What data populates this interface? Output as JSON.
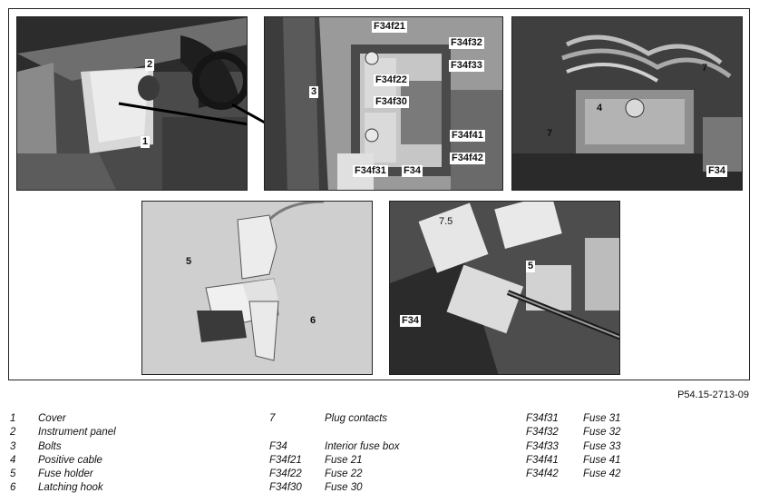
{
  "figure_ref": "P54.15-2713-09",
  "callouts": {
    "p1_2": "2",
    "p1_1": "1",
    "p2_f34f21": "F34f21",
    "p2_f34f32": "F34f32",
    "p2_f34f33": "F34f33",
    "p2_3": "3",
    "p2_f34f22": "F34f22",
    "p2_f34f30": "F34f30",
    "p2_f34f41": "F34f41",
    "p2_f34f42": "F34f42",
    "p2_f34f31": "F34f31",
    "p2_f34": "F34",
    "p3_7a": "7",
    "p3_4": "4",
    "p3_7b": "7",
    "p3_f34": "F34",
    "p4_5": "5",
    "p4_6": "6",
    "p5_5": "5",
    "p5_f34": "F34",
    "p5_fuse": "7.5"
  },
  "legend": {
    "col1": [
      {
        "key": "1",
        "desc": "Cover"
      },
      {
        "key": "2",
        "desc": "Instrument panel"
      },
      {
        "key": "3",
        "desc": "Bolts"
      },
      {
        "key": "4",
        "desc": "Positive cable"
      },
      {
        "key": "5",
        "desc": "Fuse holder"
      },
      {
        "key": "6",
        "desc": "Latching hook"
      }
    ],
    "col2": [
      {
        "key": "7",
        "desc": "Plug contacts"
      },
      {
        "key": "",
        "desc": ""
      },
      {
        "key": "F34",
        "desc": "Interior fuse box"
      },
      {
        "key": "F34f21",
        "desc": "Fuse 21"
      },
      {
        "key": "F34f22",
        "desc": "Fuse 22"
      },
      {
        "key": "F34f30",
        "desc": "Fuse 30"
      }
    ],
    "col3": [
      {
        "key": "F34f31",
        "desc": "Fuse 31"
      },
      {
        "key": "F34f32",
        "desc": "Fuse 32"
      },
      {
        "key": "F34f33",
        "desc": "Fuse 33"
      },
      {
        "key": "F34f41",
        "desc": "Fuse 41"
      },
      {
        "key": "F34f42",
        "desc": "Fuse 42"
      }
    ]
  }
}
